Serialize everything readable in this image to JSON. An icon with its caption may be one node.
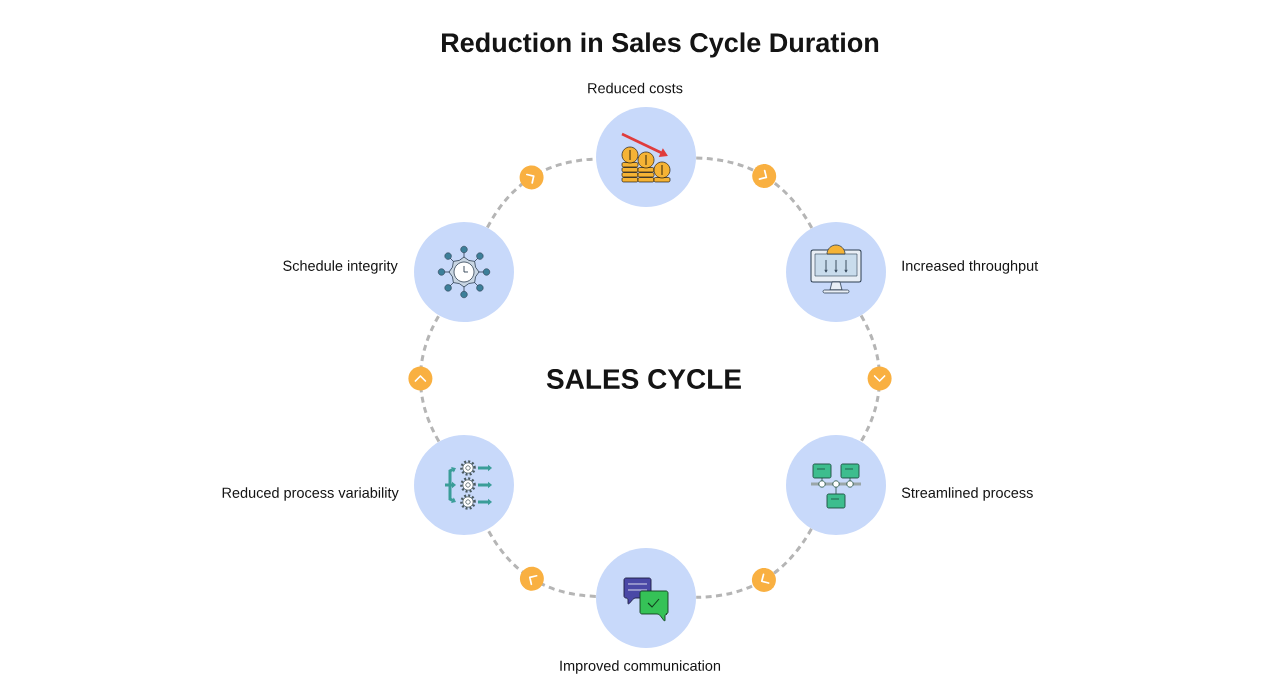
{
  "diagram": {
    "title": "Reduction in Sales Cycle Duration",
    "nodes": [
      {
        "text": [
          "Reduced costs"
        ]
      },
      {
        "text": [
          "Increased throughput"
        ]
      },
      {
        "text": [
          "Streamlined process"
        ]
      },
      {
        "text": [
          "Improved communication"
        ]
      },
      {
        "text": [
          "Reduced process variability"
        ]
      },
      {
        "text": [
          "Schedule integrity"
        ]
      }
    ],
    "edges": [
      {
        "from": 0,
        "to": 1,
        "arrow": "to"
      },
      {
        "from": 1,
        "to": 2,
        "arrow": "to"
      },
      {
        "from": 2,
        "to": 3,
        "arrow": "to"
      },
      {
        "from": 3,
        "to": 4,
        "arrow": "to"
      },
      {
        "from": 4,
        "to": 5,
        "arrow": "to"
      },
      {
        "from": 5,
        "to": 0,
        "arrow": "to"
      }
    ],
    "labels": [
      "SALES CYCLE"
    ]
  }
}
